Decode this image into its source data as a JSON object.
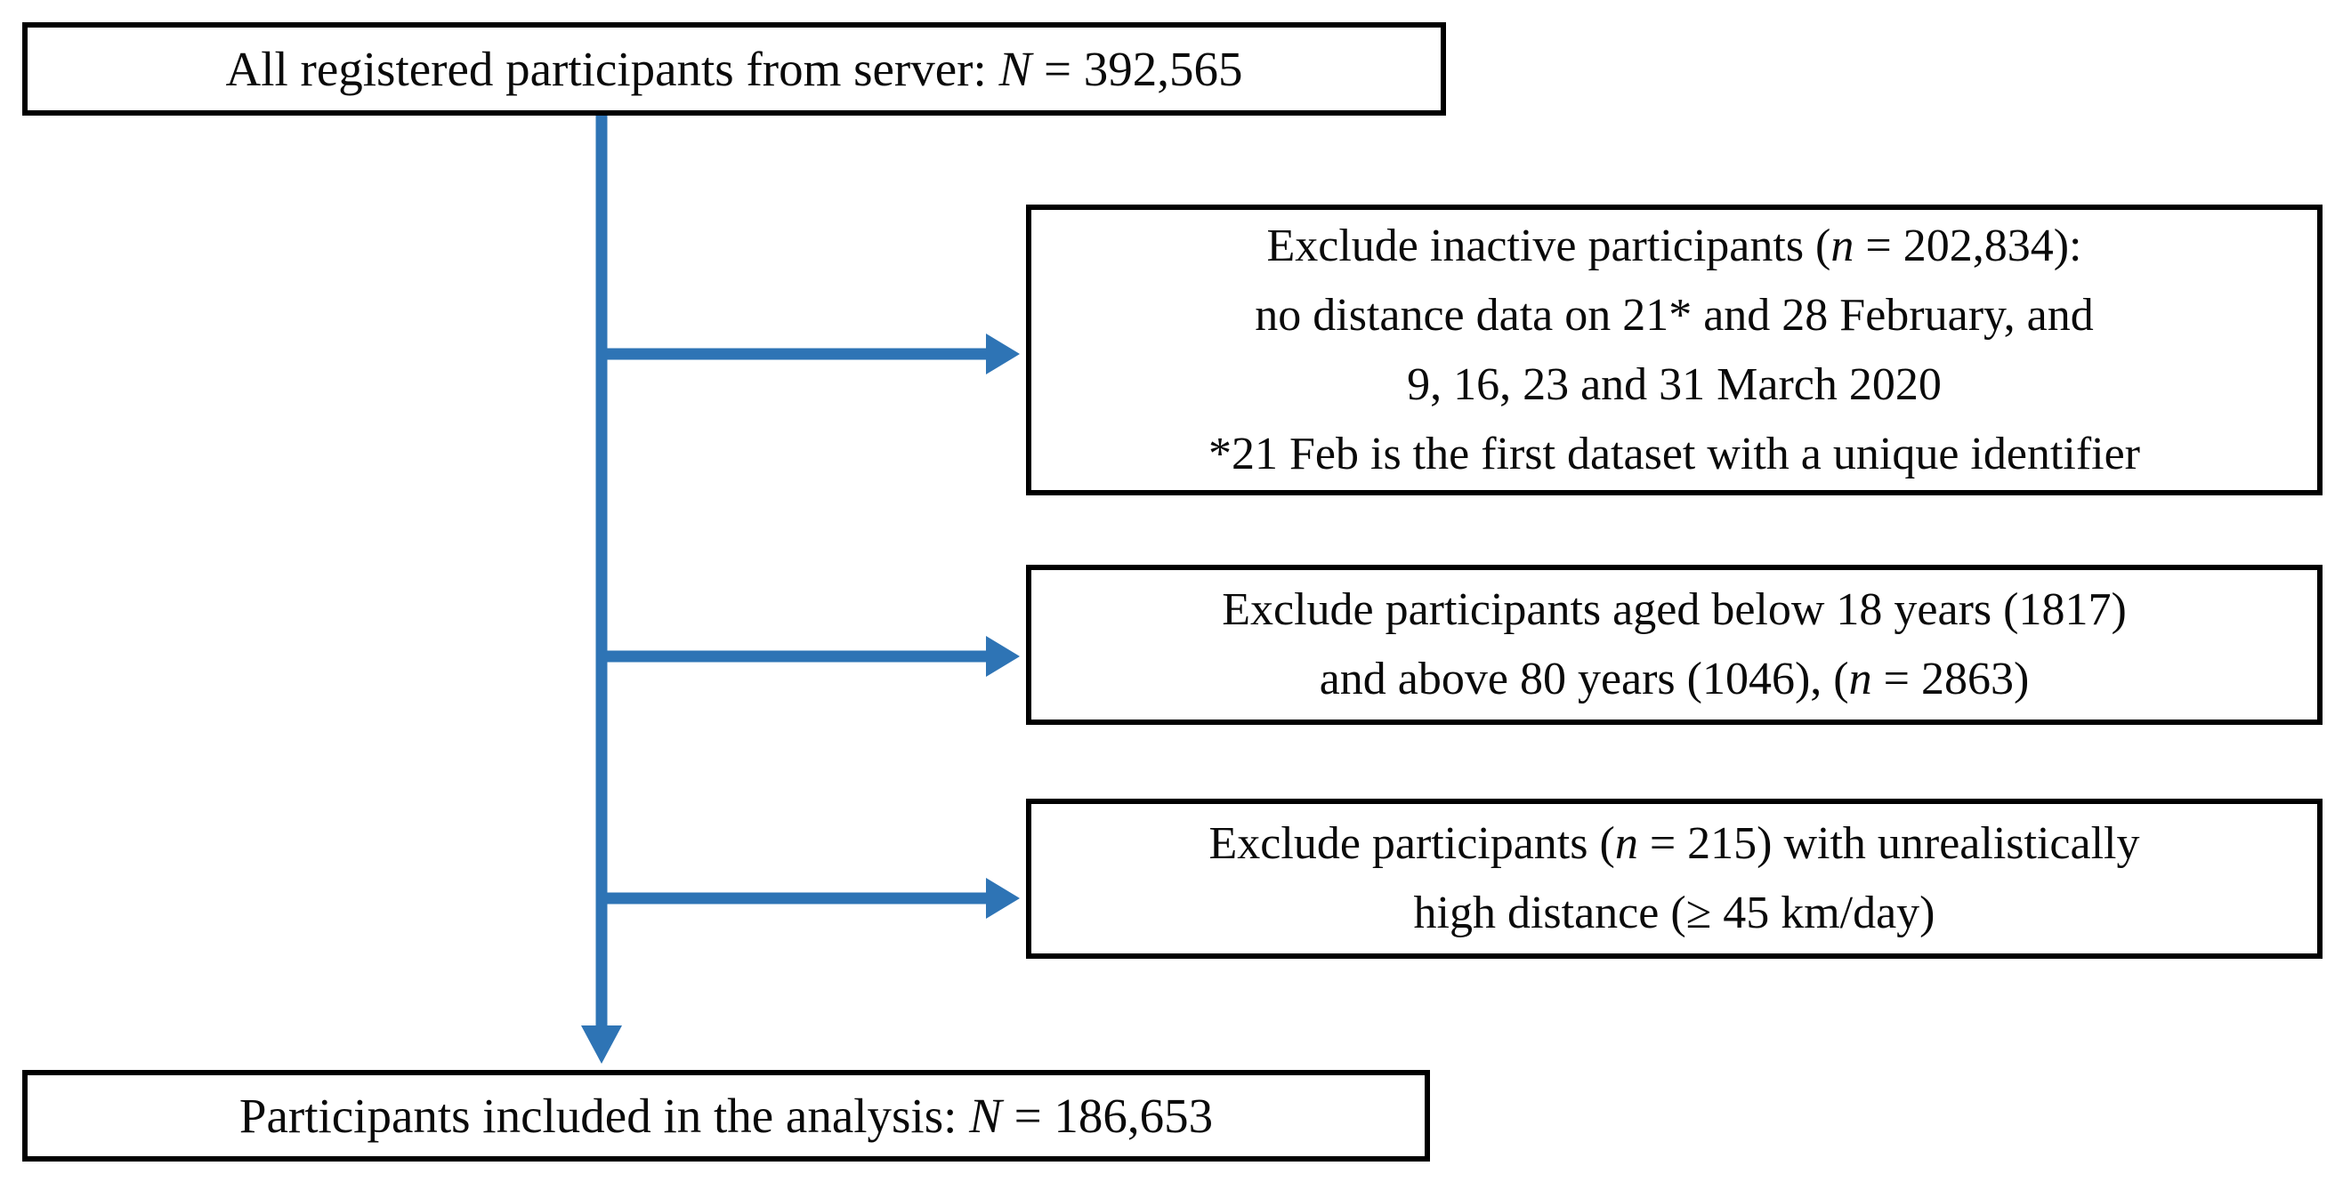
{
  "colors": {
    "arrow": "#2E74B5",
    "box_border": "#000000",
    "text": "#0a0a0a",
    "background": "#ffffff"
  },
  "flowchart": {
    "top_box": {
      "lines": [
        {
          "segments": [
            {
              "text": "All registered participants from server: "
            },
            {
              "text": "N",
              "style": "italic"
            },
            {
              "text": " = 392,565"
            }
          ]
        }
      ]
    },
    "exclusion_boxes": [
      {
        "lines": [
          {
            "segments": [
              {
                "text": "Exclude inactive participants ("
              },
              {
                "text": "n",
                "style": "italic"
              },
              {
                "text": " = 202,834):"
              }
            ]
          },
          {
            "segments": [
              {
                "text": "no distance data on 21* and 28 February, and"
              }
            ]
          },
          {
            "segments": [
              {
                "text": "9, 16, 23 and 31 March 2020"
              }
            ]
          },
          {
            "segments": [
              {
                "text": "*21 Feb is the first dataset with a unique identifier"
              }
            ]
          }
        ]
      },
      {
        "lines": [
          {
            "segments": [
              {
                "text": "Exclude participants aged below 18 years (1817)"
              }
            ]
          },
          {
            "segments": [
              {
                "text": "and above 80 years (1046), ("
              },
              {
                "text": "n",
                "style": "italic"
              },
              {
                "text": " = 2863)"
              }
            ]
          }
        ]
      },
      {
        "lines": [
          {
            "segments": [
              {
                "text": "Exclude participants ("
              },
              {
                "text": "n",
                "style": "italic"
              },
              {
                "text": " = 215) with unrealistically"
              }
            ]
          },
          {
            "segments": [
              {
                "text": "high distance (≥ 45 km/day)"
              }
            ]
          }
        ]
      }
    ],
    "bottom_box": {
      "lines": [
        {
          "segments": [
            {
              "text": "Participants included in the analysis: "
            },
            {
              "text": "N",
              "style": "italic"
            },
            {
              "text": " = 186,653"
            }
          ]
        }
      ]
    }
  }
}
